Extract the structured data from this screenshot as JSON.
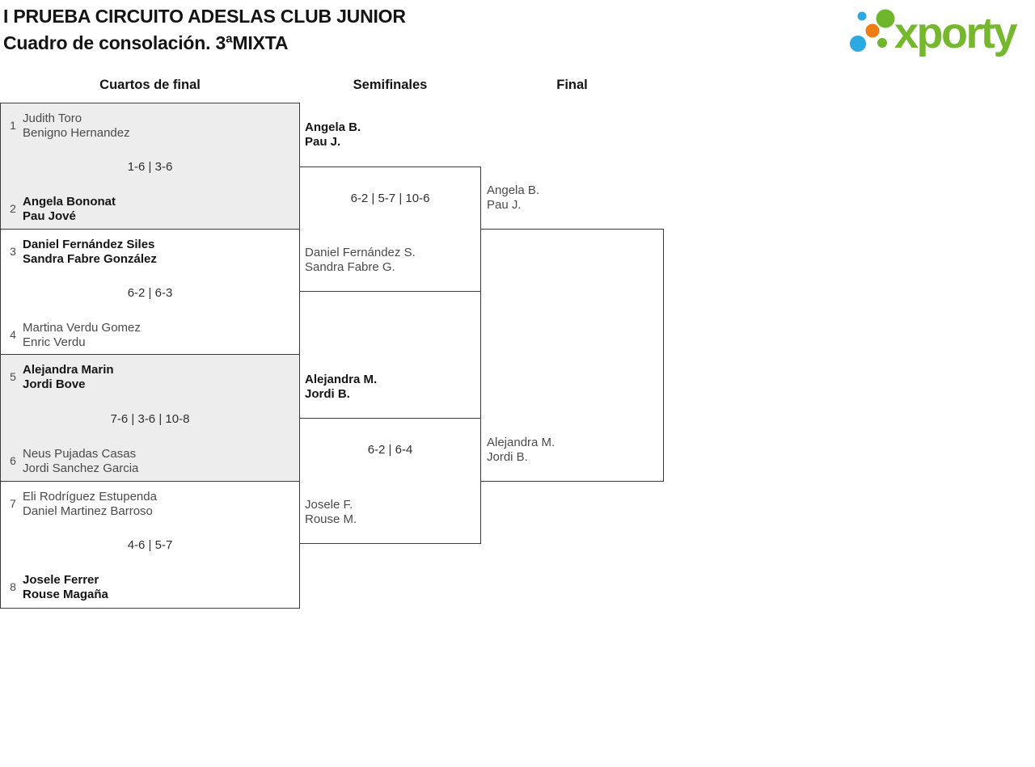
{
  "header": {
    "title_line1": "I PRUEBA CIRCUITO ADESLAS CLUB JUNIOR",
    "title_line2": "Cuadro de consolación. 3ªMIXTA",
    "logo_text": "xporty"
  },
  "columns": [
    "Cuartos de final",
    "Semifinales",
    "Final"
  ],
  "bracket": {
    "quarterfinals": [
      {
        "top": {
          "seed": "1",
          "players": [
            "Judith Toro",
            "Benigno Hernandez"
          ],
          "winner": false
        },
        "score": "1-6 | 3-6",
        "bottom": {
          "seed": "2",
          "players": [
            "Angela Bononat",
            "Pau Jové"
          ],
          "winner": true
        }
      },
      {
        "top": {
          "seed": "3",
          "players": [
            "Daniel Fernández Siles",
            "Sandra Fabre González"
          ],
          "winner": true
        },
        "score": "6-2 | 6-3",
        "bottom": {
          "seed": "4",
          "players": [
            "Martina Verdu Gomez",
            "Enric Verdu"
          ],
          "winner": false
        }
      },
      {
        "top": {
          "seed": "5",
          "players": [
            "Alejandra Marin",
            "Jordi Bove"
          ],
          "winner": true
        },
        "score": "7-6 | 3-6 | 10-8",
        "bottom": {
          "seed": "6",
          "players": [
            "Neus Pujadas Casas",
            "Jordi Sanchez Garcia"
          ],
          "winner": false
        }
      },
      {
        "top": {
          "seed": "7",
          "players": [
            "Eli Rodríguez Estupenda",
            "Daniel Martinez Barroso"
          ],
          "winner": false
        },
        "score": "4-6 | 5-7",
        "bottom": {
          "seed": "8",
          "players": [
            "Josele Ferrer",
            "Rouse Magaña"
          ],
          "winner": true
        }
      }
    ],
    "semifinals": [
      {
        "top": {
          "players": [
            "Angela B.",
            "Pau J."
          ],
          "winner": true
        },
        "score": "6-2 | 5-7 | 10-6",
        "bottom": {
          "players": [
            "Daniel Fernández S.",
            "Sandra Fabre G."
          ],
          "winner": false
        }
      },
      {
        "top": {
          "players": [
            "Alejandra M.",
            "Jordi B."
          ],
          "winner": true
        },
        "score": "6-2 | 6-4",
        "bottom": {
          "players": [
            "Josele F.",
            "Rouse M."
          ],
          "winner": false
        }
      }
    ],
    "final": {
      "top": {
        "players": [
          "Angela B.",
          "Pau J."
        ],
        "winner": false
      },
      "bottom": {
        "players": [
          "Alejandra M.",
          "Jordi B."
        ],
        "winner": false
      }
    }
  },
  "colors": {
    "brand_green": "#76B82D",
    "brand_blue": "#2BA9E0",
    "brand_orange": "#EE7D11",
    "box_shade": "#EDEDED",
    "box_border": "#3A3A3A"
  }
}
